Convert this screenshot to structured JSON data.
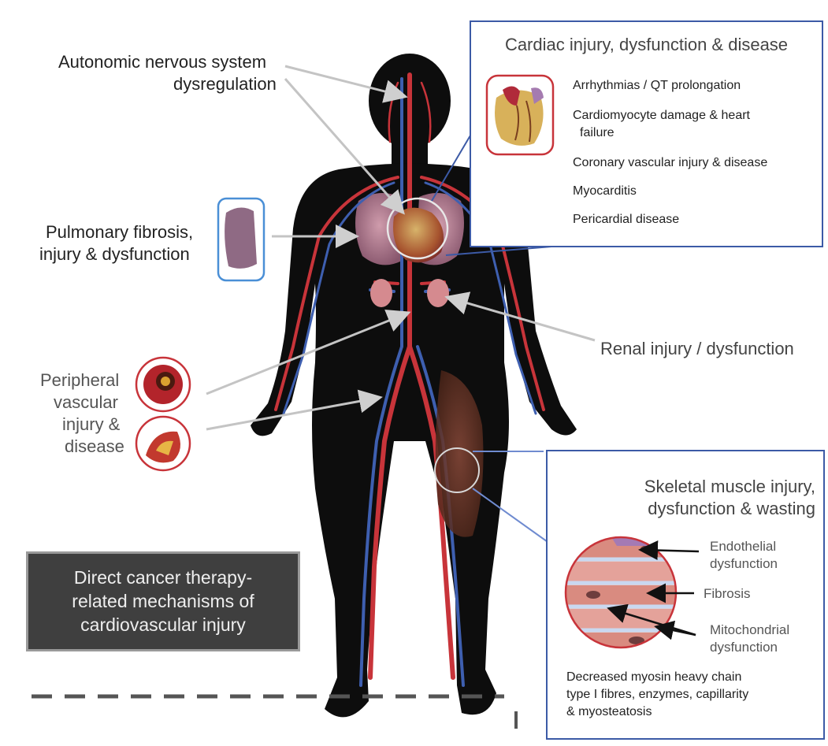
{
  "labels": {
    "autonomic_line1": "Autonomic nervous system",
    "autonomic_line2": "dysregulation",
    "pulmonary_line1": "Pulmonary fibrosis,",
    "pulmonary_line2": "injury & dysfunction",
    "peripheral_line1": "Peripheral",
    "peripheral_line2": "vascular",
    "peripheral_line3": "injury &",
    "peripheral_line4": "disease",
    "renal": "Renal injury / dysfunction"
  },
  "cardiac_panel": {
    "title": "Cardiac injury, dysfunction & disease",
    "items": [
      "Arrhythmias / QT prolongation",
      "Cardiomyocyte damage & heart",
      "failure",
      "Coronary vascular injury & disease",
      "Myocarditis",
      "Pericardial disease"
    ]
  },
  "skeletal_panel": {
    "title_line1": "Skeletal muscle injury,",
    "title_line2": "dysfunction & wasting",
    "callout_endothelial_1": "Endothelial",
    "callout_endothelial_2": "dysfunction",
    "callout_fibrosis": "Fibrosis",
    "callout_mito_1": "Mitochondrial",
    "callout_mito_2": "dysfunction",
    "footer_line1": "Decreased myosin heavy chain",
    "footer_line2": "type I fibres, enzymes, capillarity",
    "footer_line3": "& myosteatosis"
  },
  "summary_box": {
    "line1": "Direct cancer therapy-",
    "line2": "related mechanisms of",
    "line3": "cardiovascular injury"
  },
  "colors": {
    "panel_border": "#3c5aa6",
    "silhouette": "#0d0d0d",
    "artery": "#c8343a",
    "vein": "#3e5fb0",
    "arrow": "#bdbdbd"
  }
}
